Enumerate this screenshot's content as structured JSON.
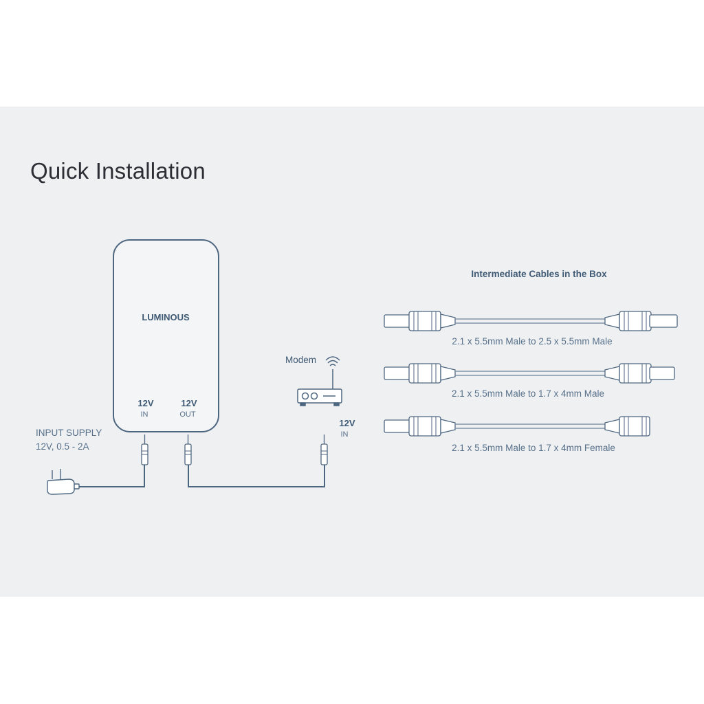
{
  "title": "Quick Installation",
  "device": {
    "brand": "LUMINOUS",
    "port_in": {
      "voltage": "12V",
      "label": "IN"
    },
    "port_out": {
      "voltage": "12V",
      "label": "OUT"
    }
  },
  "input_supply": {
    "line1": "INPUT SUPPLY",
    "line2": "12V, 0.5 - 2A"
  },
  "modem": {
    "label": "Modem",
    "voltage": "12V",
    "port_label": "IN"
  },
  "cables_section": {
    "title": "Intermediate Cables in the Box",
    "cables": [
      {
        "label": "2.1 x 5.5mm Male to 2.5 x 5.5mm Male"
      },
      {
        "label": "2.1 x 5.5mm Male to 1.7 x 4mm Male"
      },
      {
        "label": "2.1 x 5.5mm Male to 1.7 x 4mm Female"
      }
    ]
  },
  "icons": {
    "adapter": "power-adapter-icon",
    "modem": "router-icon",
    "wifi": "wifi-icon"
  },
  "colors": {
    "panel_bg": "#eff0f2",
    "line": "#4d6680",
    "text": "#3f5a74"
  }
}
